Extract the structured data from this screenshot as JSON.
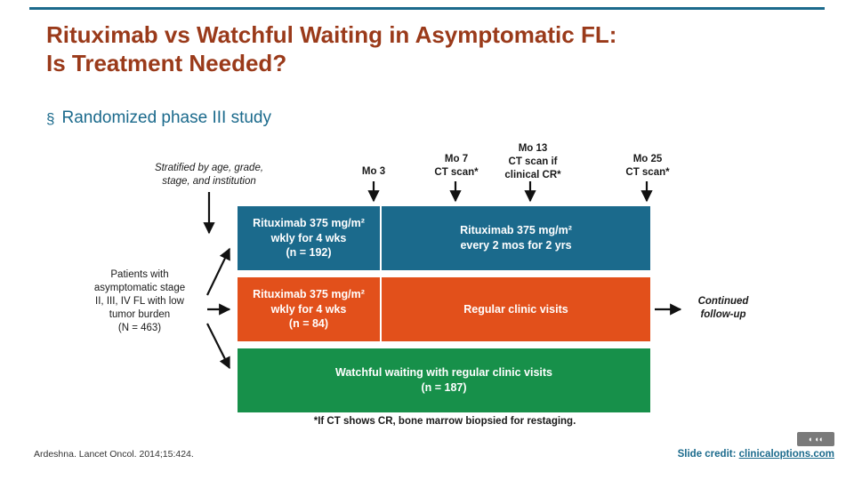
{
  "slide": {
    "title_line1": "Rituximab vs Watchful Waiting in Asymptomatic FL:",
    "title_line2": "Is Treatment Needed?",
    "bullet_marker": "§",
    "bullet_text": "Randomized phase III study",
    "footnote": "*If CT shows CR, bone marrow biopsied for restaging.",
    "source": "Ardeshna. Lancet Oncol. 2014;15:424.",
    "credit_prefix": "Slide credit: ",
    "credit_link": "clinicaloptions.com",
    "accent_teal": "#1b6a8c",
    "accent_orange": "#e2501b",
    "accent_green": "#17904a",
    "title_color": "#9a3a1a"
  },
  "diagram": {
    "timepoints": [
      {
        "label": "Mo 3"
      },
      {
        "label": "Mo 7\nCT scan*"
      },
      {
        "label": "Mo 13\nCT scan if\nclinical CR*"
      },
      {
        "label": "Mo 25\nCT scan*"
      }
    ],
    "mo3": "Mo 3",
    "mo7": "Mo 7\nCT scan*",
    "mo13": "Mo 13\nCT scan if\nclinical CR*",
    "mo25": "Mo 25\nCT scan*",
    "stratification": "Stratified by age, grade,\nstage, and institution",
    "patients": "Patients with\nasymptomatic stage\nII, III, IV FL with low\ntumor burden\n(N = 463)",
    "continued_followup": "Continued\nfollow-up",
    "arms": [
      {
        "induction": "Rituximab 375 mg/m²\nwkly for 4 wks\n(n = 192)",
        "maintenance": "Rituximab 375 mg/m²\nevery 2 mos for 2 yrs",
        "color": "#1b6a8c"
      },
      {
        "induction": "Rituximab 375 mg/m²\nwkly for 4 wks\n(n = 84)",
        "maintenance": "Regular clinic visits",
        "color": "#e2501b"
      }
    ],
    "watchful": "Watchful waiting with regular clinic visits\n(n = 187)"
  }
}
